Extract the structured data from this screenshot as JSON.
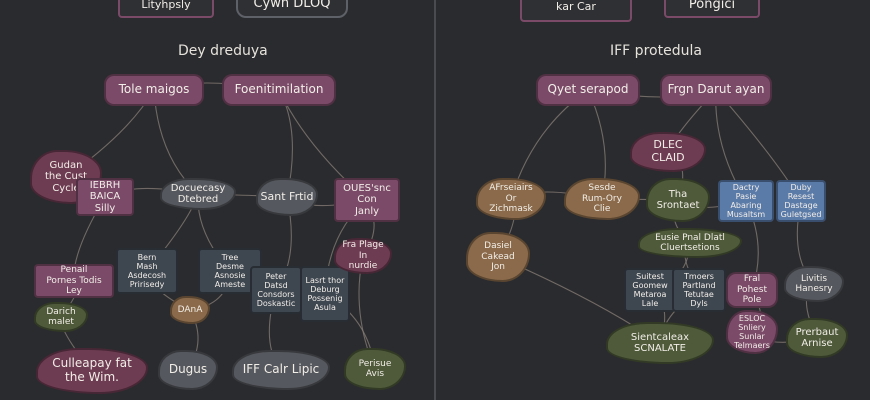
{
  "colors": {
    "background": "#2a2b2e",
    "wire": "#8a7f78",
    "mauve": "#7b4a68",
    "gray": "#55585e",
    "slate": "#3e4650",
    "olive": "#4e5a3a",
    "blue": "#5a7aa8",
    "tan": "#8a6a4a",
    "rose": "#6e3c52"
  },
  "header": {
    "left_box_1": "Lityhpsly",
    "left_box_2": "Cywn DLOQ",
    "right_box_1": "kar Car",
    "right_box_2": "Pongici"
  },
  "left_panel": {
    "title": "Dey dreduya",
    "nodes": [
      {
        "id": "tole",
        "text": "Tole maigos",
        "shape": "pill",
        "color": "mauve"
      },
      {
        "id": "foen",
        "text": "Foenitimilation",
        "shape": "pill",
        "color": "mauve"
      },
      {
        "id": "gudan",
        "text": "Gudan\nthe Cust\nCycle",
        "shape": "blob",
        "color": "rose"
      },
      {
        "id": "iebrh",
        "text": "IEBRH\nBAICA\nSilly",
        "shape": "box",
        "color": "mauve"
      },
      {
        "id": "docu",
        "text": "Docuecasy\nDtebred",
        "shape": "blob",
        "color": "gray"
      },
      {
        "id": "sant",
        "text": "Sant Frtid",
        "shape": "blob",
        "color": "gray"
      },
      {
        "id": "oues",
        "text": "OUES'snc\nCon\nJanly",
        "shape": "box",
        "color": "mauve"
      },
      {
        "id": "bern",
        "text": "Bern\nMash\nAsdecosh\nPririsedy",
        "shape": "box",
        "color": "slate"
      },
      {
        "id": "tree",
        "text": "Tree\nDesme\nAsnosie\nAmeste",
        "shape": "box",
        "color": "slate"
      },
      {
        "id": "peter",
        "text": "Peter\nDatsd\nConsdors\nDoskastic",
        "shape": "box",
        "color": "slate"
      },
      {
        "id": "lasrt",
        "text": "Lasrt thor\nDeburg\nPossenig\nAsula",
        "shape": "box",
        "color": "slate"
      },
      {
        "id": "fra",
        "text": "Fra Plage\nIn\nnurdie",
        "shape": "blob",
        "color": "rose"
      },
      {
        "id": "penail",
        "text": "Penail\nPornes Todis\nLey",
        "shape": "box",
        "color": "mauve"
      },
      {
        "id": "darich",
        "text": "Darich\nmalet",
        "shape": "blob",
        "color": "olive"
      },
      {
        "id": "dana",
        "text": "DAnA",
        "shape": "blob",
        "color": "tan"
      },
      {
        "id": "culleap",
        "text": "Culleapay fat\nthe Wim.",
        "shape": "blob",
        "color": "rose"
      },
      {
        "id": "dugus",
        "text": "Dugus",
        "shape": "blob",
        "color": "gray"
      },
      {
        "id": "iff",
        "text": "IFF Calr Lipic",
        "shape": "blob",
        "color": "gray"
      },
      {
        "id": "perisue",
        "text": "Perisue\nAvis",
        "shape": "blob",
        "color": "olive"
      }
    ]
  },
  "right_panel": {
    "title": "IFF protedula",
    "nodes": [
      {
        "id": "qyet",
        "text": "Qyet serapod",
        "shape": "pill",
        "color": "mauve"
      },
      {
        "id": "frgn",
        "text": "Frgn Darut ayan",
        "shape": "pill",
        "color": "mauve"
      },
      {
        "id": "dlec",
        "text": "DLEC\nCLAID",
        "shape": "blob",
        "color": "rose"
      },
      {
        "id": "afrsei",
        "text": "AFrseiairs\nOr\nZichmask",
        "shape": "blob",
        "color": "tan"
      },
      {
        "id": "sesde",
        "text": "Sesde\nRum-Ory\nClie",
        "shape": "blob",
        "color": "tan"
      },
      {
        "id": "tha",
        "text": "Tha\nSrontaet",
        "shape": "blob",
        "color": "olive"
      },
      {
        "id": "dactry",
        "text": "Dactry\nPasie\nAbaring\nMusaltsm",
        "shape": "box",
        "color": "blue"
      },
      {
        "id": "duby",
        "text": "Duby\nResest\nDastage\nGuletgsed",
        "shape": "box",
        "color": "blue"
      },
      {
        "id": "dasiel",
        "text": "Dasiel\nCakead\nJon",
        "shape": "blob",
        "color": "tan"
      },
      {
        "id": "eusie",
        "text": "Eusie Pnal Dlatl\nCluertsetions",
        "shape": "blob",
        "color": "olive"
      },
      {
        "id": "suitest",
        "text": "Suitest\nGoomew\nMetaroa\nLale",
        "shape": "box",
        "color": "slate"
      },
      {
        "id": "tmoers",
        "text": "Tmoers\nPartland\nTetutae\nDyls",
        "shape": "box",
        "color": "slate"
      },
      {
        "id": "fral",
        "text": "Fral\nPohest\nPole",
        "shape": "pill",
        "color": "mauve"
      },
      {
        "id": "livitis",
        "text": "Livitis\nHanesry",
        "shape": "blob",
        "color": "gray"
      },
      {
        "id": "sientcaleax",
        "text": "Sientcaleax\nSCNALATE",
        "shape": "blob",
        "color": "olive"
      },
      {
        "id": "esloc",
        "text": "ESLOC\nSnliery\nSunlar\nTelmaers",
        "shape": "blob",
        "color": "mauve"
      },
      {
        "id": "prerbaut",
        "text": "Prerbaut\nArnise",
        "shape": "blob",
        "color": "olive"
      }
    ]
  }
}
